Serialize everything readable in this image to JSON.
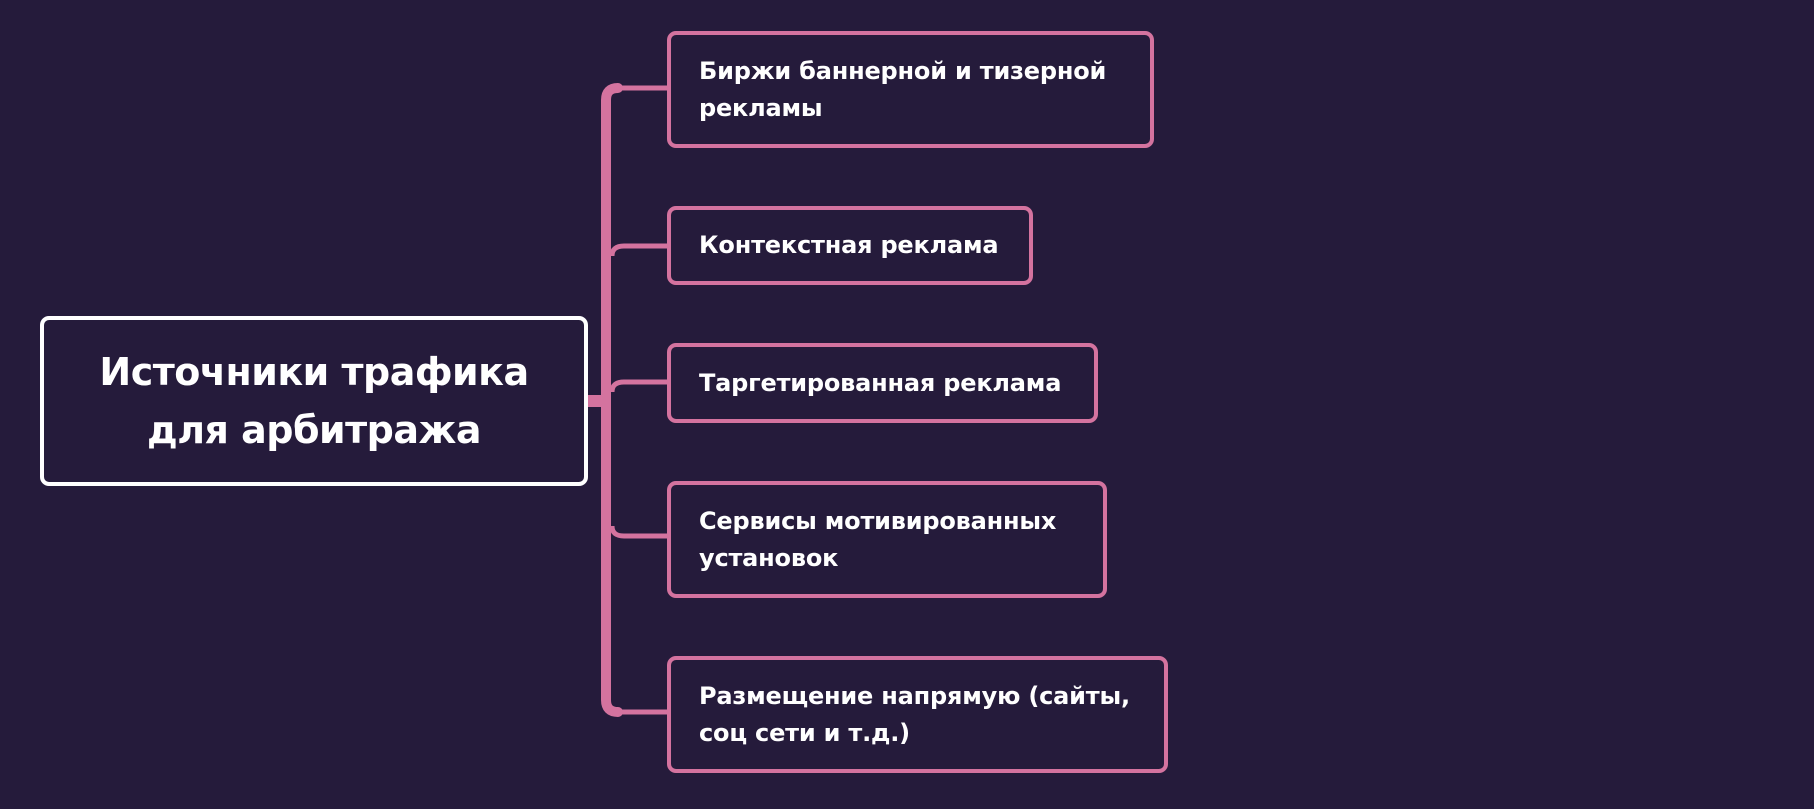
{
  "root": {
    "title": "Источники трафика\nдля арбитража"
  },
  "children": [
    {
      "label": "Биржи баннерной и тизерной\nрекламы"
    },
    {
      "label": "Контекстная реклама"
    },
    {
      "label": "Таргетированная реклама"
    },
    {
      "label": "Сервисы мотивированных\nустановок"
    },
    {
      "label": "Размещение напрямую (сайты,\nсоц сети и т.д.)"
    }
  ],
  "colors": {
    "background": "#251b3b",
    "root_border": "#ffffff",
    "child_border": "#d4739f",
    "connector": "#d4739f",
    "text": "#ffffff"
  }
}
